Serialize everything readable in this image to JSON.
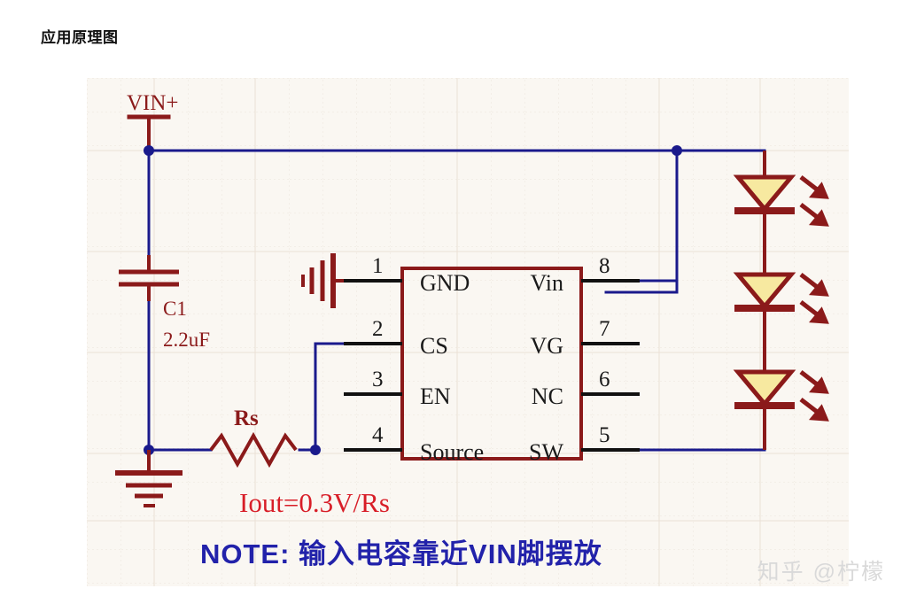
{
  "page": {
    "title": "应用原理图",
    "watermark": "知乎 @柠檬",
    "background_color": "#ffffff",
    "canvas_background_color": "#faf7f2"
  },
  "schematic": {
    "colors": {
      "wire": "#1a1a8c",
      "component": "#8b1a1a",
      "pin_line": "#111111",
      "pin_number": "#1a1a1a",
      "pin_label": "#1a1a1a",
      "led_fill": "#f7e9a0",
      "formula": "#d81e28",
      "note": "#2222aa",
      "grid_major": "#ece4db",
      "grid_minor": "#e6ddd4"
    },
    "power_port": {
      "label": "VIN+"
    },
    "capacitor": {
      "designator": "C1",
      "value": "2.2uF"
    },
    "resistor": {
      "designator": "Rs"
    },
    "ic": {
      "pins_left": [
        {
          "number": "1",
          "label": "GND"
        },
        {
          "number": "2",
          "label": "CS"
        },
        {
          "number": "3",
          "label": "EN"
        },
        {
          "number": "4",
          "label": "Source"
        }
      ],
      "pins_right": [
        {
          "number": "8",
          "label": "Vin"
        },
        {
          "number": "7",
          "label": "VG"
        },
        {
          "number": "6",
          "label": "NC"
        },
        {
          "number": "5",
          "label": "SW"
        }
      ]
    },
    "leds": [
      {
        "name": "led-top"
      },
      {
        "name": "led-middle"
      },
      {
        "name": "led-bottom"
      }
    ],
    "annotations": {
      "formula": "Iout=0.3V/Rs",
      "note": "NOTE: 输入电容靠近VIN脚摆放"
    }
  }
}
